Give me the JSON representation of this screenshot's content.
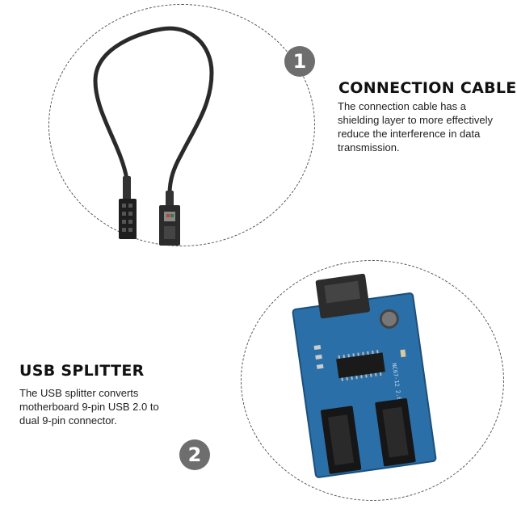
{
  "items": [
    {
      "number": "1",
      "title": "CONNECTION CABLE",
      "description": "The connection cable has a shielding layer to more effectively reduce the interference in data transmission."
    },
    {
      "number": "2",
      "title": "USB SPLITTER",
      "description": "The USB splitter converts motherboard 9-pin USB 2.0 to dual 9-pin connector."
    }
  ],
  "board_marking": "NC67-12 2.0"
}
